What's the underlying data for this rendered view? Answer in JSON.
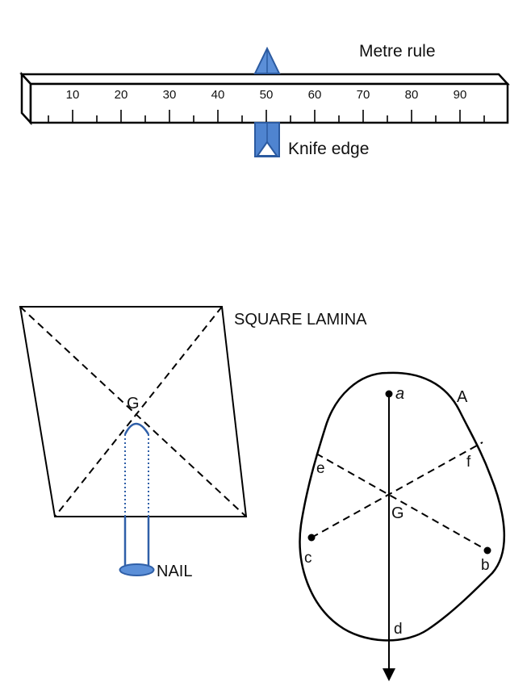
{
  "metre_rule": {
    "label": "Metre rule",
    "ticks": [
      "10",
      "20",
      "30",
      "40",
      "50",
      "60",
      "70",
      "80",
      "90"
    ]
  },
  "knife_edge": {
    "label": "Knife edge",
    "color": "#3d74c0",
    "fill_light": "#5b8fd8",
    "fill_dark": "#2b5aa0"
  },
  "square_lamina": {
    "label": "SQUARE LAMINA",
    "centre_label": "G",
    "nail_label": "NAIL",
    "nail_color": "#2f5fa8"
  },
  "irregular_lamina": {
    "label": "A",
    "centre_label": "G",
    "points": {
      "a": "a",
      "b": "b",
      "c": "c",
      "d": "d",
      "e": "e",
      "f": "f"
    }
  }
}
